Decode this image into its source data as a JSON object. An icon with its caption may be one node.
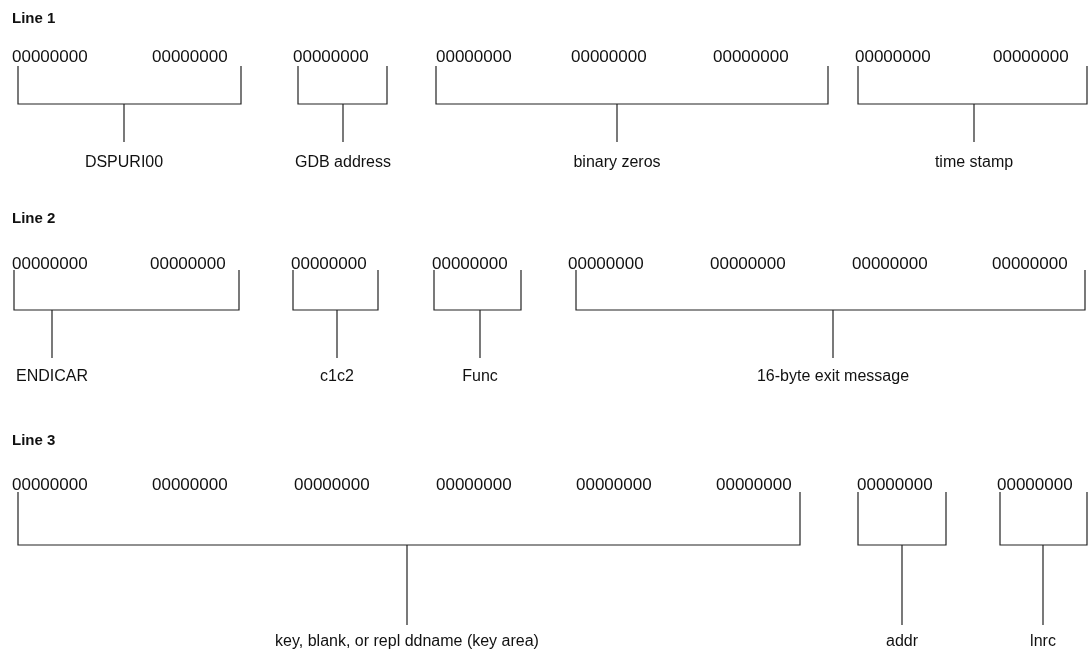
{
  "diagram": {
    "labels": [
      "Line 1",
      "00000000",
      "00000000",
      "00000000",
      "00000000",
      "00000000",
      "00000000",
      "00000000",
      "00000000",
      "DSPURI00",
      "GDB address",
      "binary zeros",
      "time stamp",
      "Line 2",
      "00000000",
      "00000000",
      "00000000",
      "00000000",
      "00000000",
      "00000000",
      "00000000",
      "00000000",
      "ENDICAR",
      "c1c2",
      "Func",
      "16-byte exit message",
      "Line 3",
      "00000000",
      "00000000",
      "00000000",
      "00000000",
      "00000000",
      "00000000",
      "00000000",
      "00000000",
      "key, blank, or repl ddname (key area)",
      "addr",
      "lnrc"
    ]
  }
}
